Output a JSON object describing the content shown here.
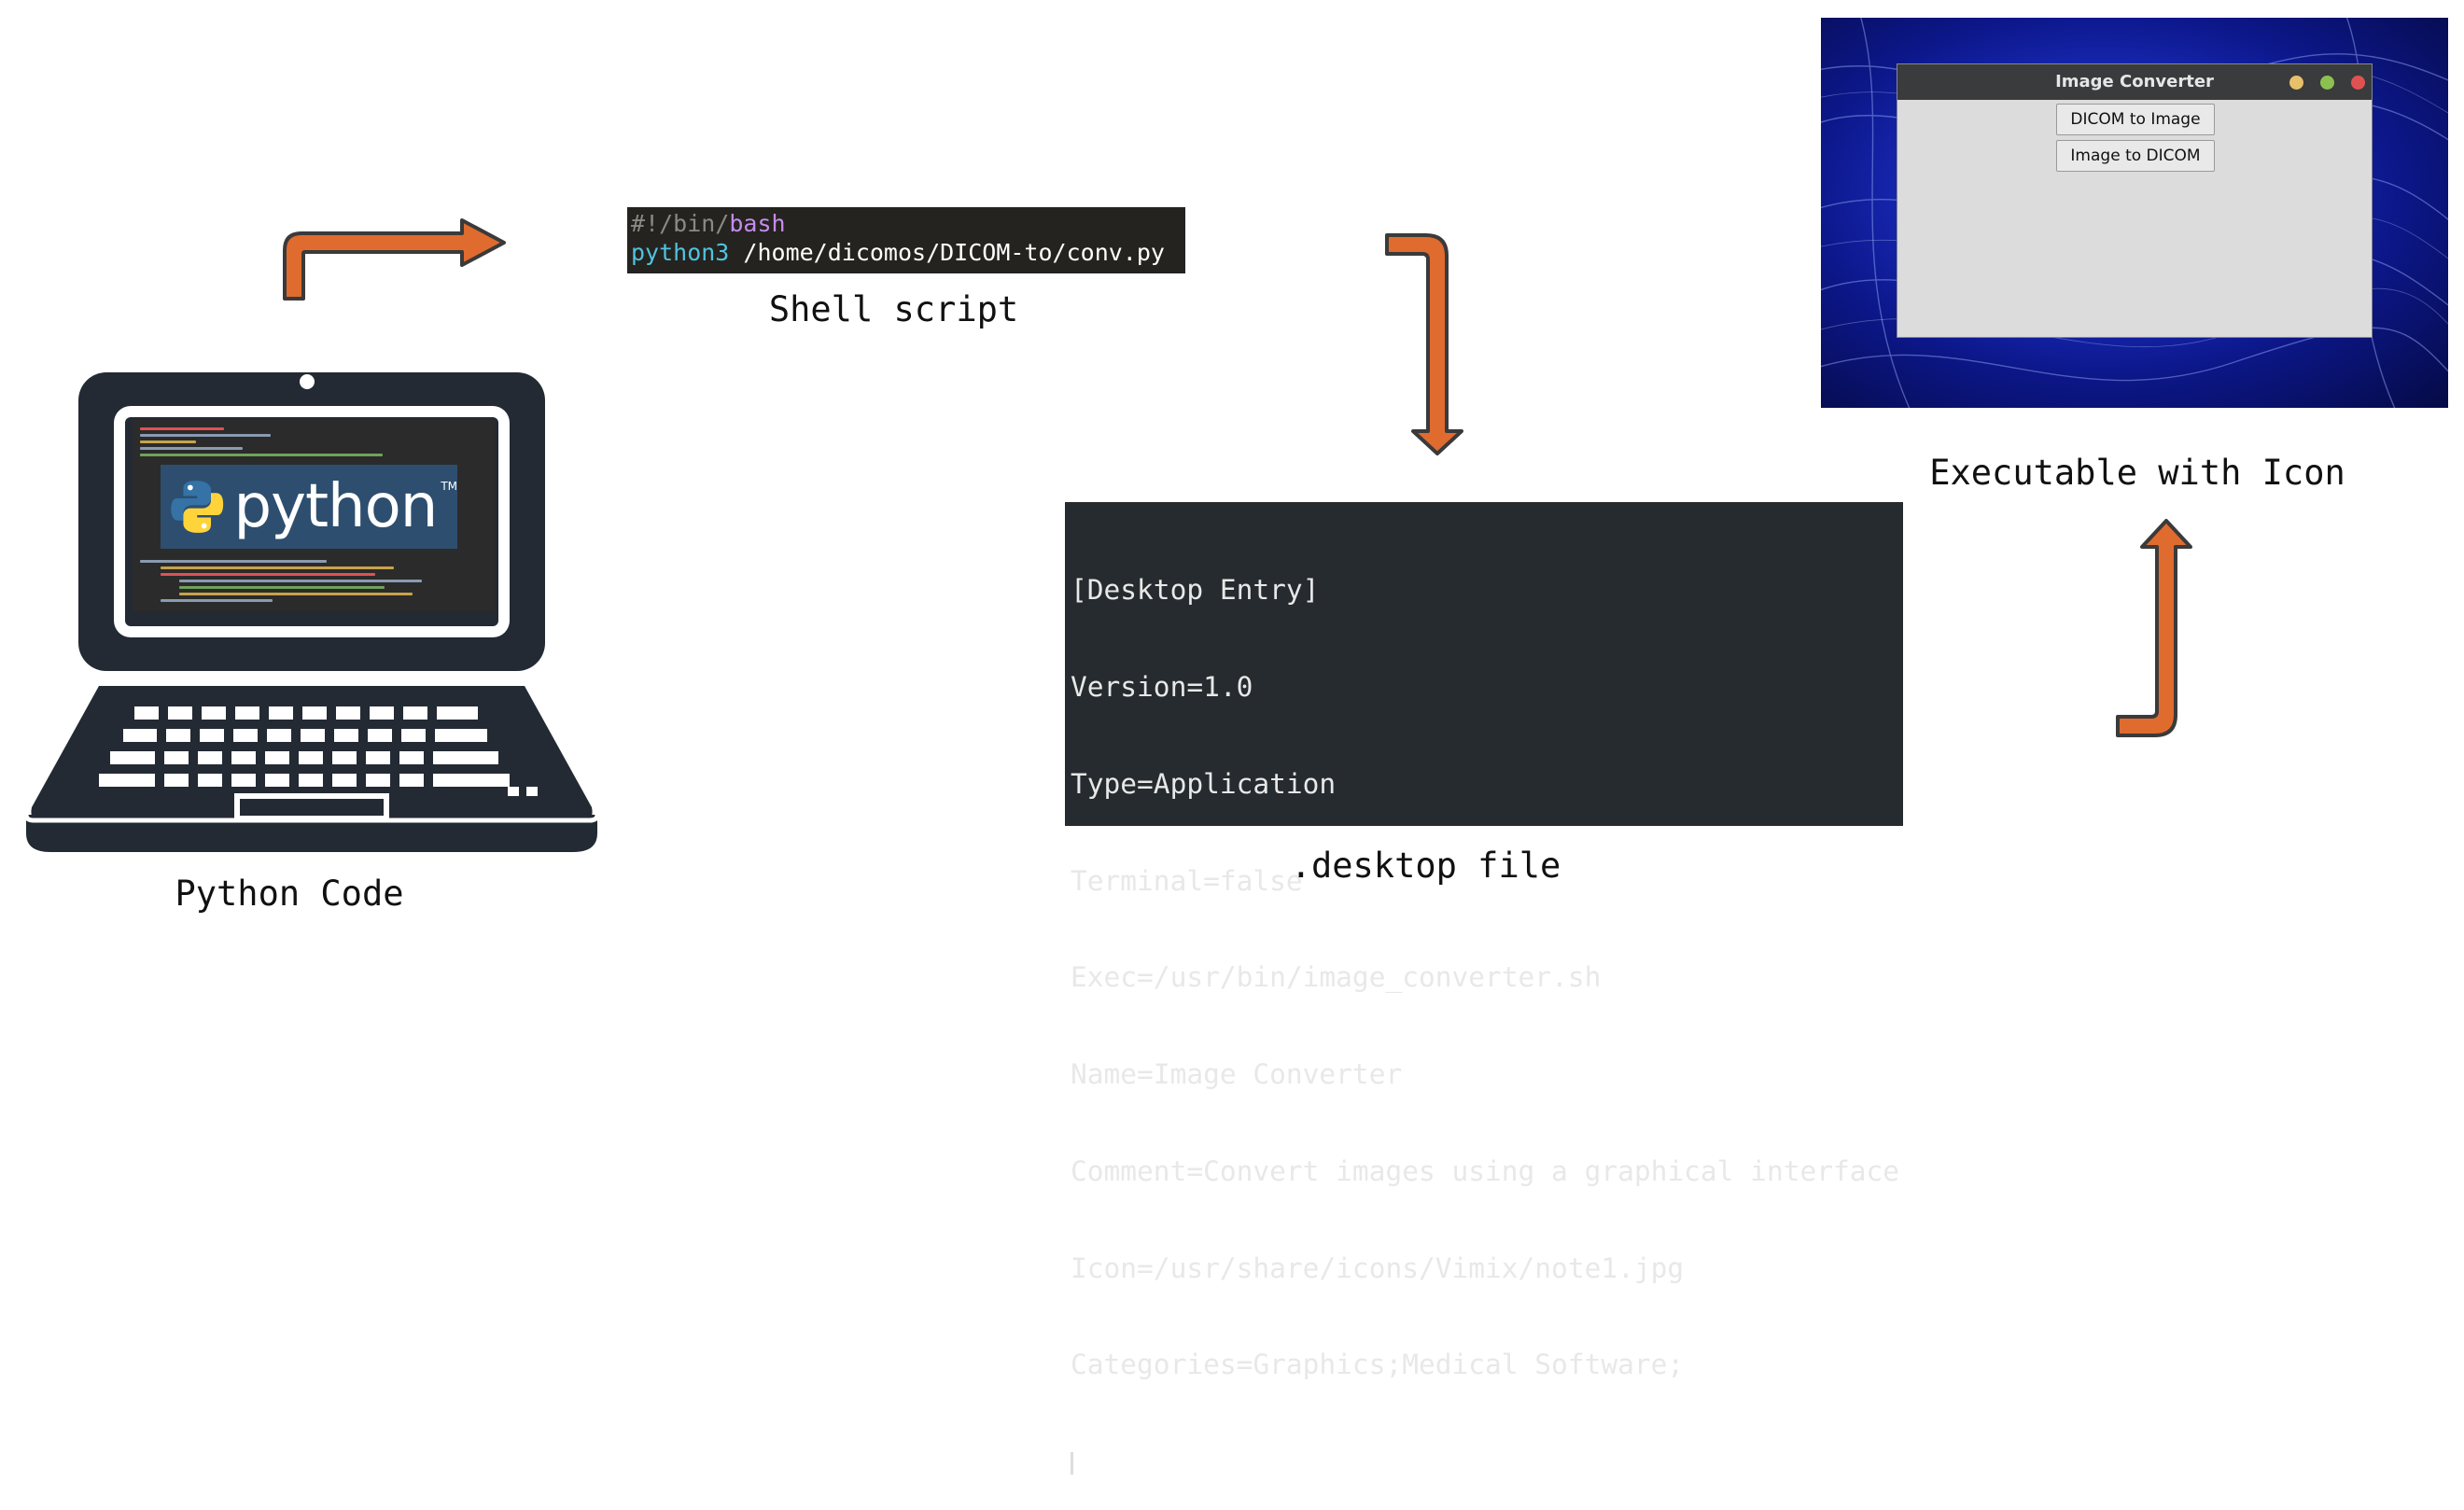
{
  "captions": {
    "python": "Python Code",
    "shell": "Shell script",
    "desktop": ".desktop file",
    "executable": "Executable with Icon"
  },
  "laptop": {
    "logo_text": "python",
    "logo_tm": "TM"
  },
  "shell_script": {
    "line1_prefix": "#!/bin/",
    "line1_keyword": "bash",
    "line2_cmd": "python3",
    "line2_path": " /home/dicomos/DICOM-to/conv.py"
  },
  "desktop_file": {
    "lines": [
      "[Desktop Entry]",
      "Version=1.0",
      "Type=Application",
      "Terminal=false",
      "Exec=/usr/bin/image_converter.sh",
      "Name=Image Converter",
      "Comment=Convert images using a graphical interface",
      "Icon=/usr/share/icons/Vimix/note1.jpg",
      "Categories=Graphics;Medical Software;"
    ]
  },
  "app_window": {
    "title": "Image Converter",
    "buttons": [
      "DICOM to Image",
      "Image to DICOM"
    ]
  },
  "colors": {
    "arrow_fill": "#e06b2e",
    "arrow_stroke": "#3a3a3a",
    "laptop": "#232a33",
    "python_blue": "#3572a5",
    "python_yellow": "#ffd43b",
    "tl_yellow": "#e8c06b",
    "tl_green": "#8cc152",
    "tl_red": "#e05252"
  }
}
